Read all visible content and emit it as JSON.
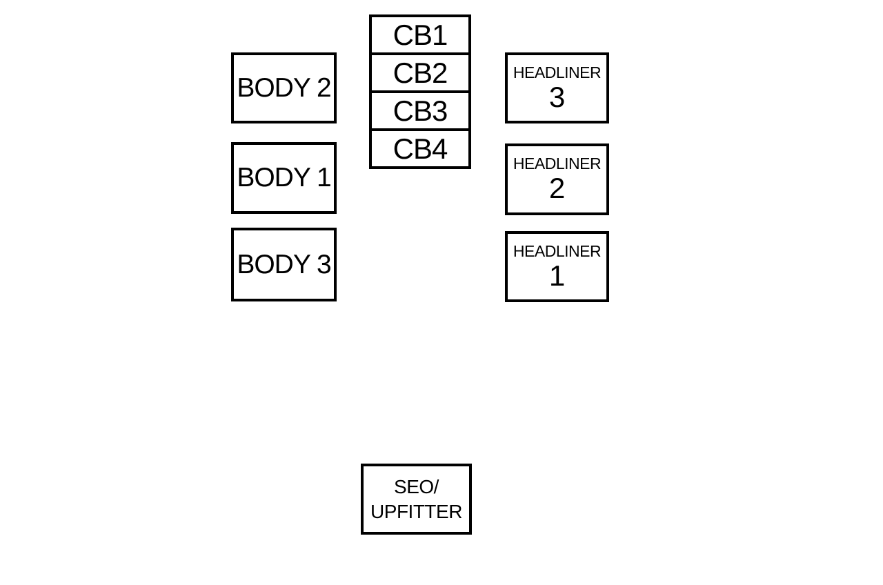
{
  "diagram": {
    "background_color": "#ffffff",
    "line_color": "#000000",
    "body_fuses": [
      {
        "label": "BODY 2"
      },
      {
        "label": "BODY 1"
      },
      {
        "label": "BODY 3"
      }
    ],
    "circuit_breakers": [
      {
        "label": "CB1"
      },
      {
        "label": "CB2"
      },
      {
        "label": "CB3"
      },
      {
        "label": "CB4"
      }
    ],
    "headliner_fuses": [
      {
        "name": "HEADLINER",
        "number": "3"
      },
      {
        "name": "HEADLINER",
        "number": "2"
      },
      {
        "name": "HEADLINER",
        "number": "1"
      }
    ],
    "seo_upfitter": {
      "line1": "SEO/",
      "line2": "UPFITTER"
    }
  }
}
